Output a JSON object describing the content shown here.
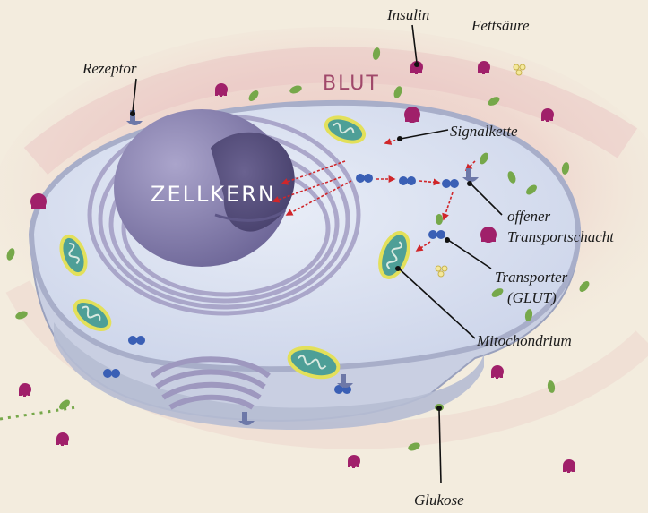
{
  "labels": {
    "blood": "BLUT",
    "nucleus": "ZELLKERN",
    "insulin": "Insulin",
    "fatty_acid": "Fettsäure",
    "receptor": "Rezeptor",
    "signal_chain": "Signalkette",
    "open_channel_line1": "offener",
    "open_channel_line2": "Transportschacht",
    "transporter_line1": "Transporter",
    "transporter_line2": "(GLUT)",
    "mitochondrion": "Mitochondrium",
    "glucose": "Glukose"
  },
  "colors": {
    "background": "#f3ecde",
    "blood_tint": "#e7b9b9",
    "cell_fill": "#d7deef",
    "membrane": "#b6bcd3",
    "nucleus": "#8d86b3",
    "insulin": "#a0206a",
    "glucose": "#76a84a",
    "mitochondria_outline": "#e3e05a",
    "mitochondria_fill": "#4e9f97",
    "transporter": "#3a5fb5",
    "signal_arrow": "#d0262a",
    "label_text": "#1a1a1a",
    "blood_label": "#a0486a"
  }
}
